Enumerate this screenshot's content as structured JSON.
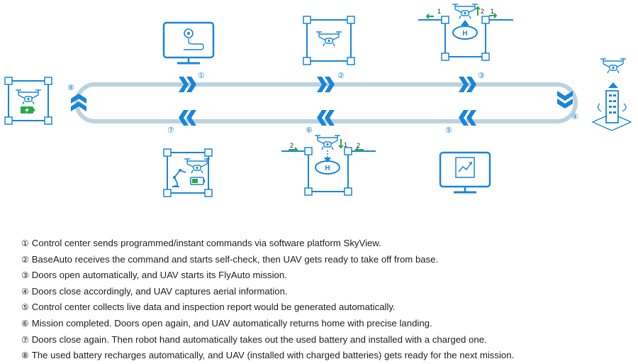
{
  "stage_numbers": [
    "①",
    "②",
    "③",
    "④",
    "⑤",
    "⑥",
    "⑦",
    "⑧"
  ],
  "door_labels": {
    "open_left": "1",
    "open_lift": "2",
    "open_right": "1",
    "close_left": "2",
    "close_land": "1",
    "close_right": "2"
  },
  "colors": {
    "accent": "#1a86d8",
    "loop": "#bcd3df",
    "chevron": "#1a86d8",
    "battery": "#2aa84a",
    "arrow": "#2aa84a"
  },
  "steps": [
    {
      "num": "①",
      "text": "Control center sends programmed/instant commands via software platform SkyView."
    },
    {
      "num": "②",
      "text": "BaseAuto receives the command and starts self-check, then UAV gets ready to take off from base."
    },
    {
      "num": "③",
      "text": "Doors open automatically, and UAV starts its FlyAuto mission."
    },
    {
      "num": "④",
      "text": "Doors close accordingly, and UAV captures aerial information."
    },
    {
      "num": "⑤",
      "text": "Control center collects live data and inspection report would be generated automatically."
    },
    {
      "num": "⑥",
      "text": "Mission completed. Doors open again, and UAV automatically returns home with precise landing."
    },
    {
      "num": "⑦",
      "text": "Doors close again. Then robot hand automatically takes out the used battery and installed with a charged one."
    },
    {
      "num": "⑧",
      "text": "The used battery recharges automatically, and UAV (installed with charged batteries) gets ready for the next mission."
    }
  ]
}
